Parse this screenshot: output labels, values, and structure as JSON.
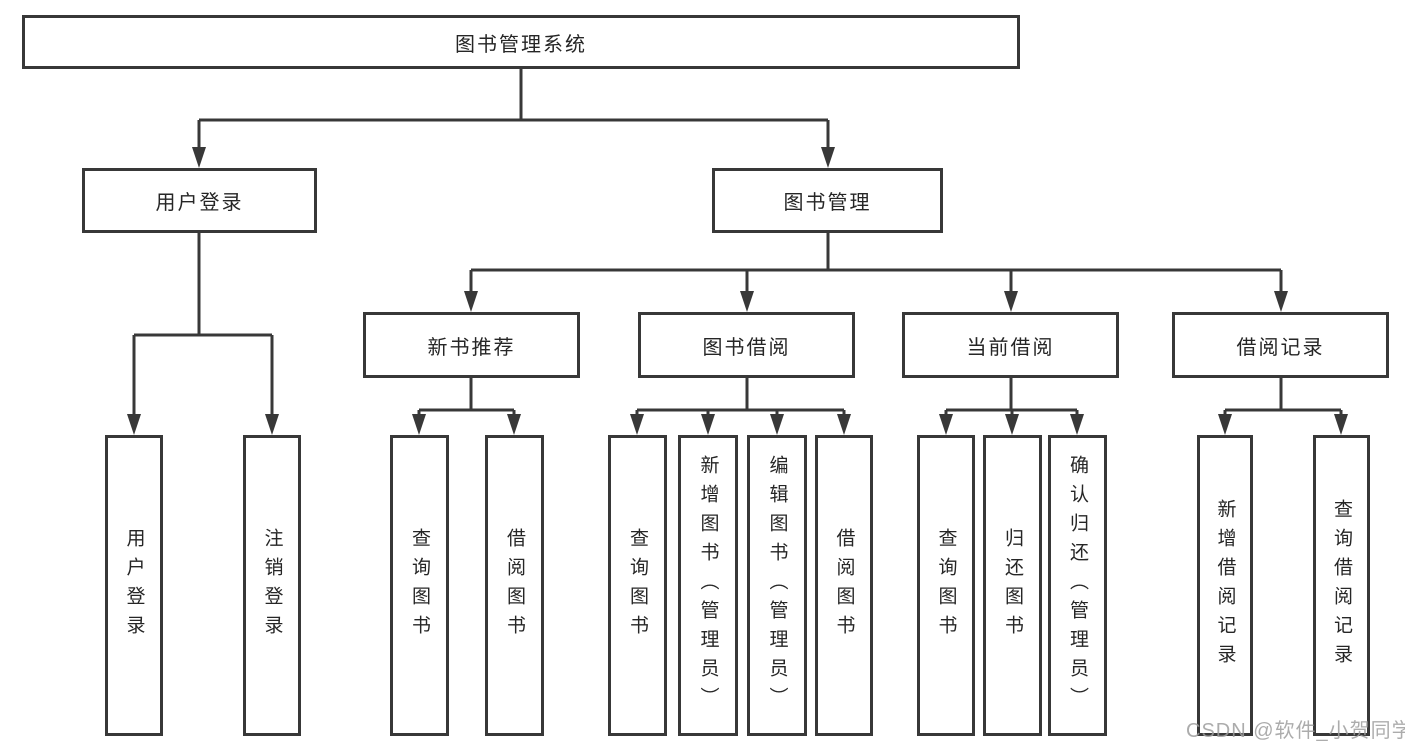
{
  "diagram": {
    "root": {
      "label": "图书管理系统"
    },
    "level2": {
      "user_login": {
        "label": "用户登录"
      },
      "book_management": {
        "label": "图书管理"
      }
    },
    "level3": {
      "new_book_recommend": {
        "label": "新书推荐"
      },
      "book_borrowing": {
        "label": "图书借阅"
      },
      "current_borrowing": {
        "label": "当前借阅"
      },
      "borrowing_records": {
        "label": "借阅记录"
      }
    },
    "leaves": [
      "用户登录",
      "注销登录",
      "查询图书",
      "借阅图书",
      "查询图书",
      "新增图书（管理员）",
      "编辑图书（管理员）",
      "借阅图书",
      "查询图书",
      "归还图书",
      "确认归还（管理员）",
      "新增借阅记录",
      "查询借阅记录"
    ],
    "colors": {
      "line": "#383838",
      "text": "#262626",
      "background": "#ffffff",
      "watermark": "#9e9e9e"
    }
  },
  "watermark": {
    "text": "CSDN @软件_小贺同学"
  }
}
